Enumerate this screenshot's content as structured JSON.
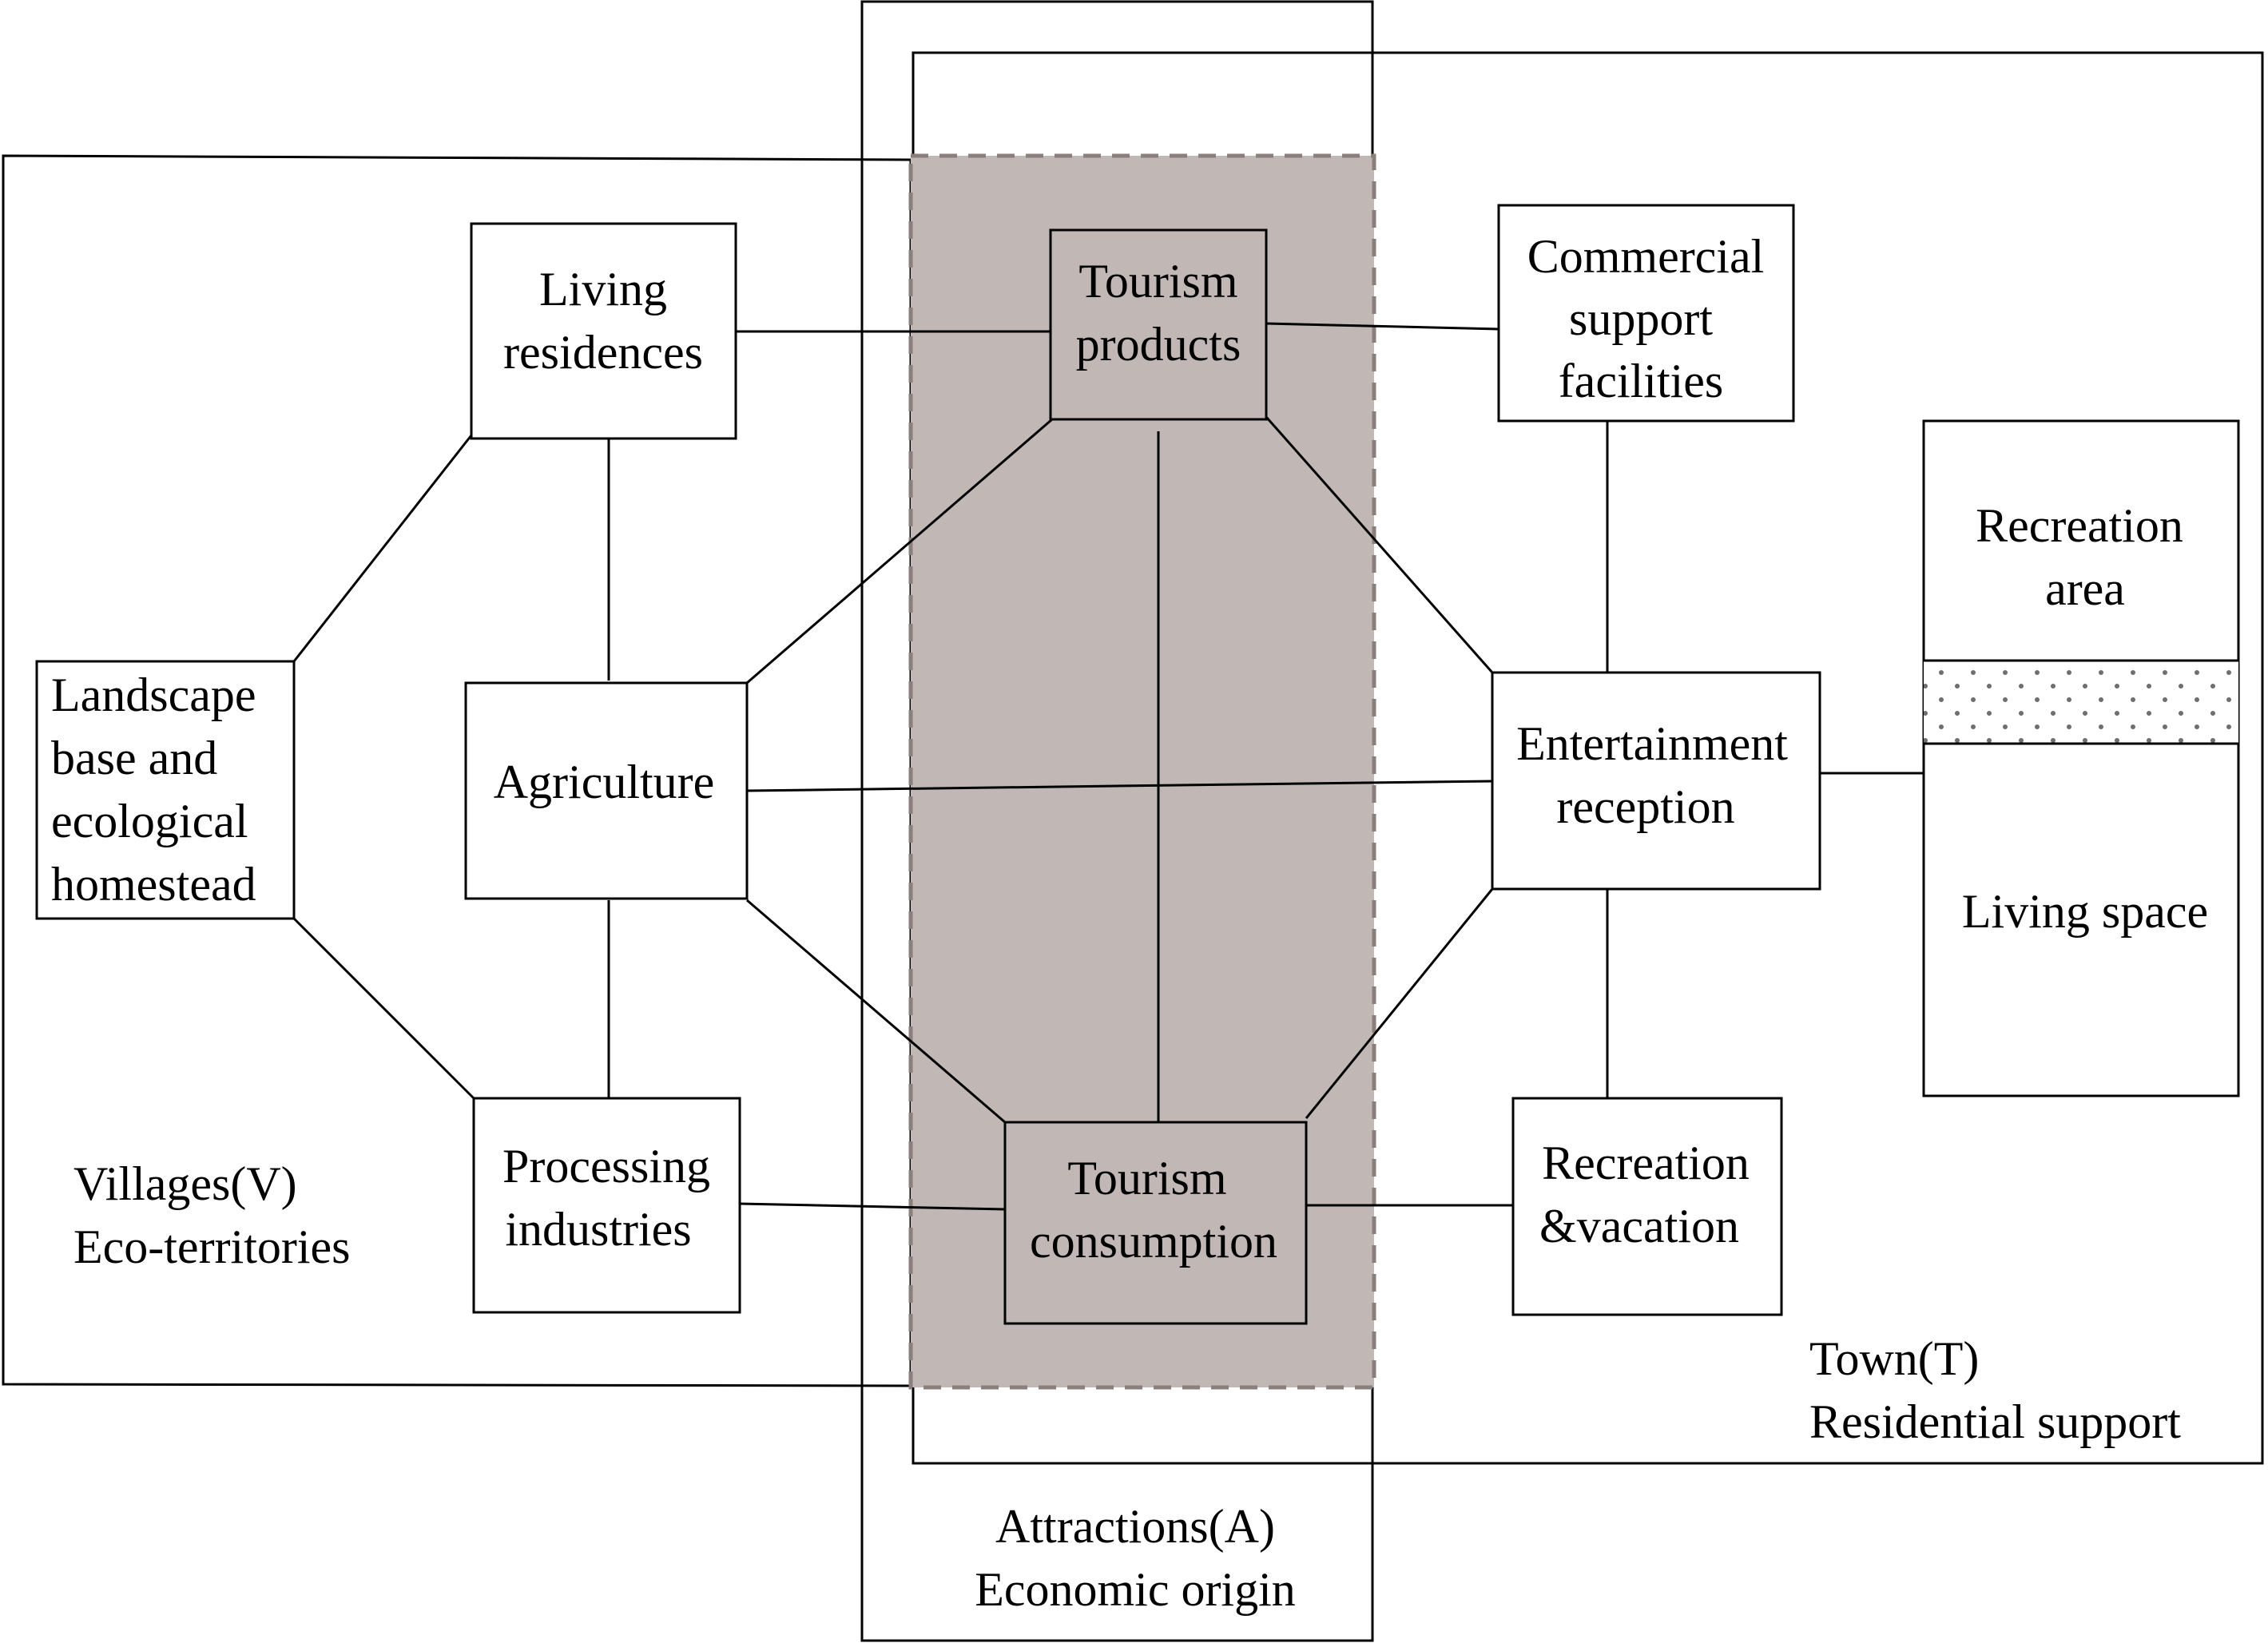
{
  "diagram": {
    "regions": {
      "villages": {
        "line1": "Villages(V)",
        "line2": "Eco-territories"
      },
      "attractions": {
        "line1": "Attractions(A)",
        "line2": "Economic origin"
      },
      "town": {
        "line1": "Town(T)",
        "line2": "Residential support"
      }
    },
    "nodes": {
      "living_residences": [
        "Living",
        "residences"
      ],
      "tourism_products": [
        "Tourism",
        "products"
      ],
      "commercial_support": [
        "Commercial",
        "support",
        "facilities"
      ],
      "landscape_base": [
        "Landscape",
        "base and",
        "ecological",
        "homestead"
      ],
      "agriculture": [
        "Agriculture"
      ],
      "entertainment_reception": [
        "Entertainment",
        "reception"
      ],
      "processing_industries": [
        "Processing",
        "industries"
      ],
      "tourism_consumption": [
        "Tourism",
        "consumption"
      ],
      "recreation_vacation": [
        "Recreation",
        "&vacation"
      ]
    },
    "town_panel": {
      "top": [
        "Recreation",
        "area"
      ],
      "bottom": [
        "Living space"
      ]
    },
    "colors": {
      "core_fill": "#c1b7b4",
      "core_border": "#8a7f7b",
      "line": "#000000"
    }
  }
}
